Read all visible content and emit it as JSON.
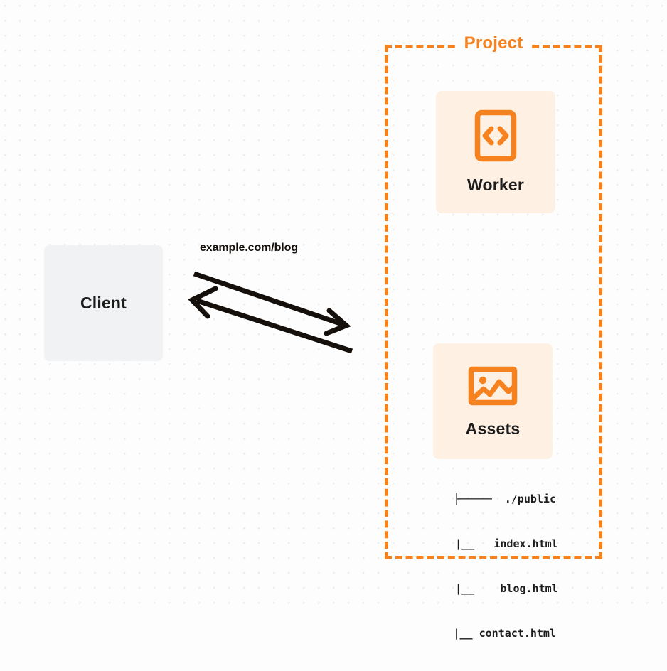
{
  "diagram": {
    "title": "Project architecture diagram",
    "background": {
      "color": "#FDFDFD",
      "dot_color": "#EDEDEF"
    },
    "accent_color": "#F6821F",
    "tile_bg_color": "#FEF1E4",
    "client_bg_color": "#F1F2F4",
    "text_color": "#1D1D1D"
  },
  "client": {
    "label": "Client"
  },
  "connection": {
    "label": "example.com/blog",
    "request_direction": "right",
    "response_direction": "left"
  },
  "project": {
    "title": "Project",
    "nodes": [
      {
        "id": "worker",
        "label": "Worker",
        "icon": "code-file-icon"
      },
      {
        "id": "assets",
        "label": "Assets",
        "icon": "image-icon"
      }
    ],
    "file_tree": [
      "├─────  ./public",
      "      |__   index.html",
      "      |__    blog.html",
      "   |__ contact.html"
    ]
  }
}
